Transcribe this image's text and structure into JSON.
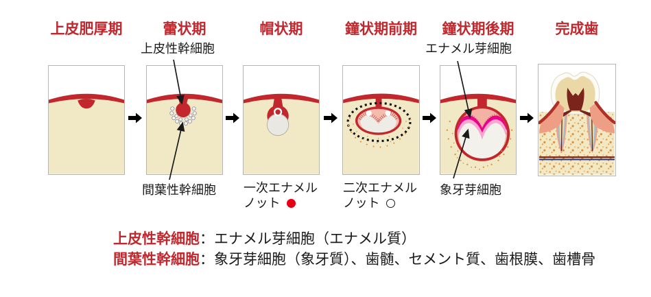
{
  "stages": [
    {
      "id": "epithelial-thickening",
      "title": "上皮肥厚期"
    },
    {
      "id": "bud-stage",
      "title": "蕾状期"
    },
    {
      "id": "cap-stage",
      "title": "帽状期"
    },
    {
      "id": "early-bell-stage",
      "title": "鐘状期前期"
    },
    {
      "id": "late-bell-stage",
      "title": "鐘状期後期"
    },
    {
      "id": "completed-tooth",
      "title": "完成歯"
    }
  ],
  "callouts": {
    "epithelial_stem_cell": "上皮性幹細胞",
    "mesenchymal_stem_cell": "間葉性幹細胞",
    "ameloblast": "エナメル芽細胞",
    "odontoblast": "象牙芽細胞",
    "primary_enamel_knot_line1": "一次エナメル",
    "primary_enamel_knot_line2": "ノット",
    "secondary_enamel_knot_line1": "二次エナメル",
    "secondary_enamel_knot_line2": "ノット"
  },
  "icons": {
    "primary_knot_symbol": "●",
    "secondary_knot_symbol": "○",
    "stage_arrow": "➡"
  },
  "summary": {
    "line1": {
      "term": "上皮性幹細胞",
      "separator": "：",
      "description": "エナメル芽細胞（エナメル質）"
    },
    "line2": {
      "term": "間葉性幹細胞",
      "separator": "：",
      "description": "象牙芽細胞（象牙質）、歯髄、セメント質、歯根膜、歯槽骨"
    }
  },
  "colors": {
    "stage_title_red": "#c1272d",
    "epithelium_red": "#c1272d",
    "mesenchyme_cream": "#f1e9c5",
    "enamel_magenta": "#ec008c",
    "primary_knot_dot_red": "#e60012",
    "speckle_orange": "#dd9540",
    "text_black": "#1a1a1a"
  }
}
